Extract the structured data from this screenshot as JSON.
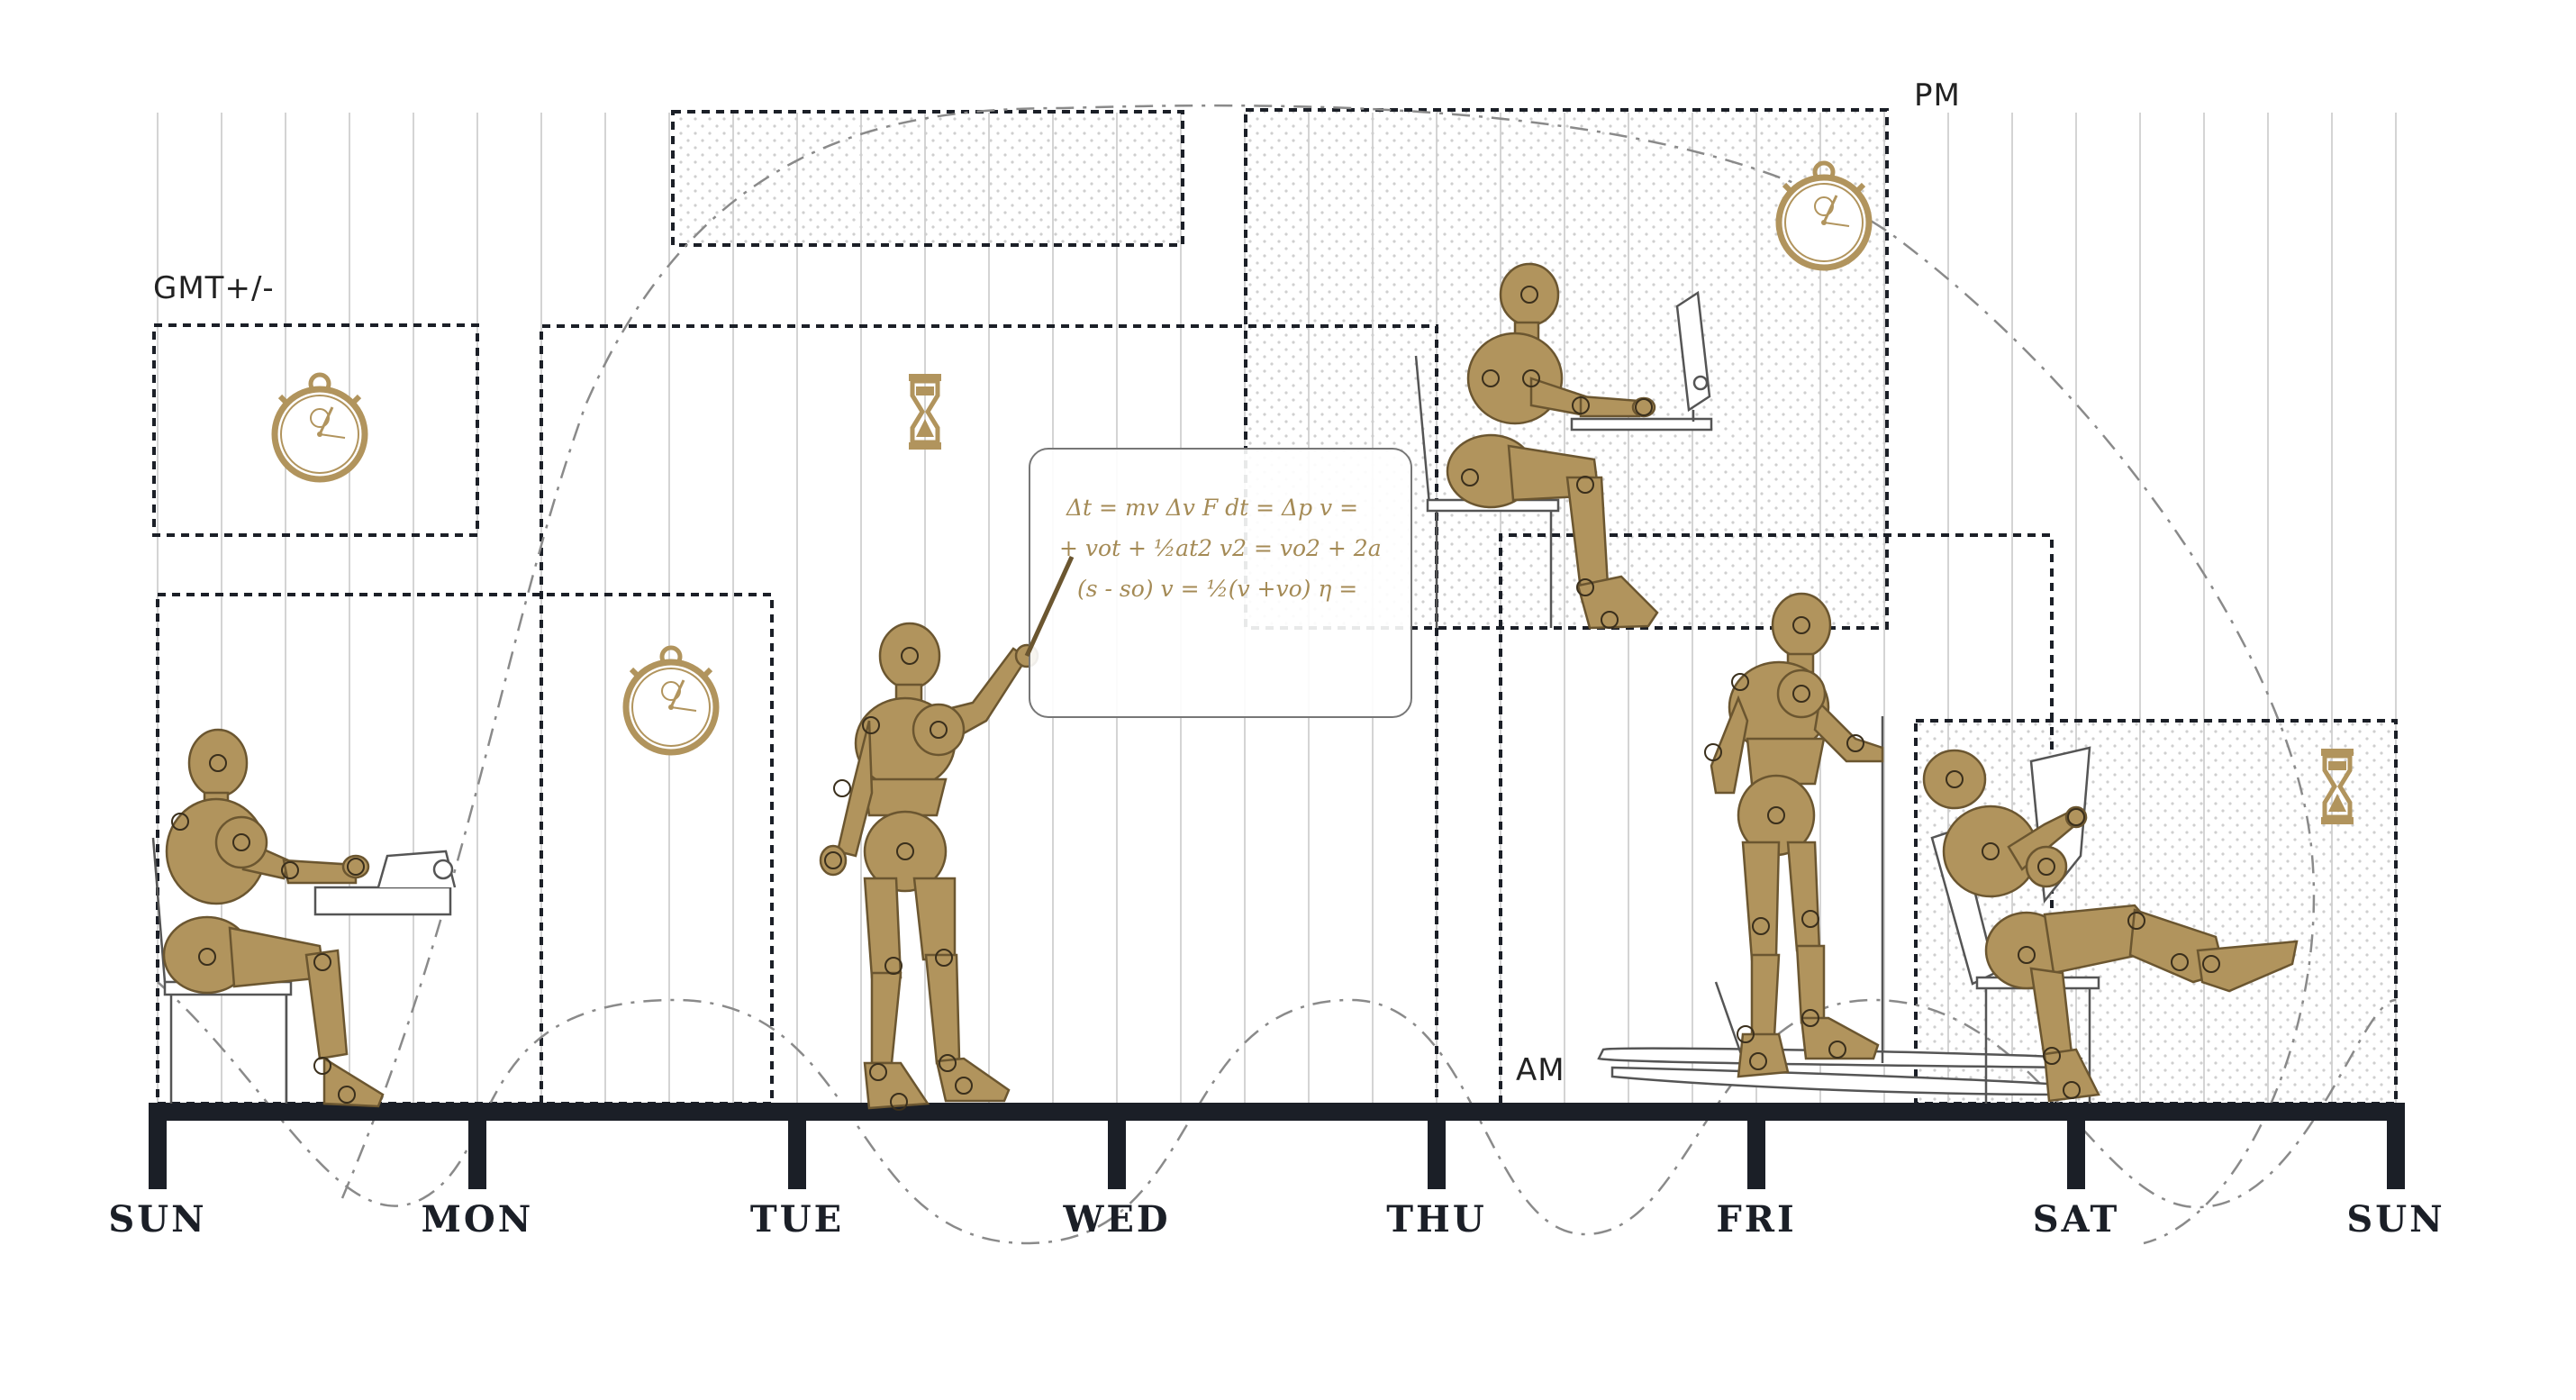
{
  "days": [
    "SUN",
    "MON",
    "TUE",
    "WED",
    "THU",
    "FRI",
    "SAT",
    "SUN"
  ],
  "annotations": {
    "gmt": "GMT+/-",
    "pm": "PM",
    "am": "AM"
  },
  "whiteboard": {
    "lines": [
      "Δt = mv Δv   F dt = Δp v =",
      "+ vot + ½at2 v2 = vo2 + 2a",
      "(s - so) v = ½(v +vo) η ="
    ]
  },
  "colors": {
    "figure": "#b1945d",
    "figure_stroke": "#6b5630",
    "accent": "#a48a55",
    "timeline": "#1b1f27"
  },
  "icons": [
    "stopwatch-icon",
    "hourglass-icon"
  ],
  "figures": [
    "typing-figure",
    "teaching-figure",
    "computer-figure",
    "skiing-figure",
    "reading-figure"
  ]
}
